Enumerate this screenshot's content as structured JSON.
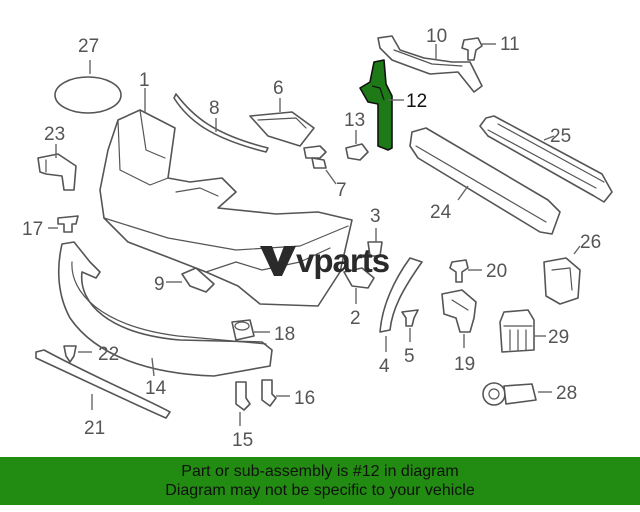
{
  "diagram": {
    "callouts": {
      "c1": "1",
      "c2": "2",
      "c3": "3",
      "c4": "4",
      "c5": "5",
      "c6": "6",
      "c7": "7",
      "c8": "8",
      "c9": "9",
      "c10": "10",
      "c11": "11",
      "c12": "12",
      "c13": "13",
      "c14": "14",
      "c15": "15",
      "c16": "16",
      "c17": "17",
      "c18": "18",
      "c19": "19",
      "c20": "20",
      "c21": "21",
      "c22": "22",
      "c23": "23",
      "c24": "24",
      "c25": "25",
      "c26": "26",
      "c27": "27",
      "c28": "28",
      "c29": "29"
    },
    "highlighted_part": "12",
    "highlight_color": "#1e7a16",
    "watermark": "vparts"
  },
  "caption": {
    "line1": "Part or sub-assembly is #12 in diagram",
    "line2": "Diagram may not be specific to your vehicle",
    "background": "#228b11"
  }
}
